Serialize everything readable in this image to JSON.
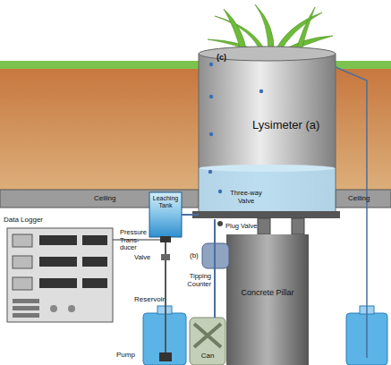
{
  "diagram": {
    "nodes": [
      {
        "text": [
          "Ceiling"
        ]
      },
      {
        "text": [
          "Ceiling"
        ]
      },
      {
        "text": [
          "(c)",
          "Lysimeter (a)",
          "Three-way Valve"
        ]
      },
      {
        "text": [
          "Leaching Tank"
        ]
      },
      {
        "text": [
          "Concrete Pillar"
        ]
      },
      {
        "text": [
          "Can"
        ]
      }
    ],
    "edges": [
      {
        "from": 2,
        "to": 3,
        "arrow": "none"
      },
      {
        "from": 2,
        "to": 5,
        "arrow": "none"
      }
    ],
    "labels": [
      "Data Logger",
      "Pressure Trans- ducer",
      "Valve",
      "(b)",
      "Plug Valve",
      "Tipping Counter",
      "Reservoir",
      "Pump"
    ]
  }
}
